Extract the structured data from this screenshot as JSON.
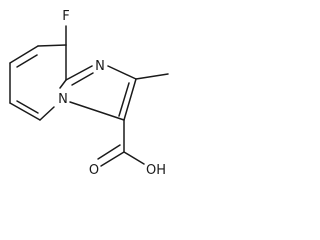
{
  "molecule": {
    "atoms": {
      "fluorine": "F",
      "ring_nitrogen": "N",
      "bridgehead_nitrogen": "N",
      "carbonyl_oxygen": "O",
      "hydroxyl": "OH"
    },
    "colors": {
      "bond": "#1a1a1a",
      "background": "#ffffff"
    }
  }
}
